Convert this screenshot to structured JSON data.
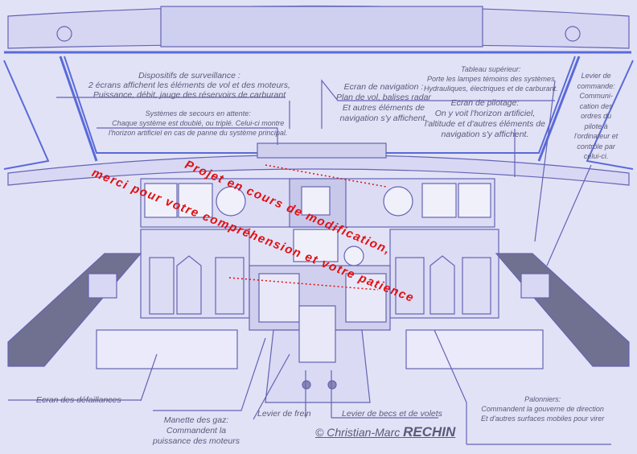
{
  "labels": {
    "surveillance": {
      "title": "Dispositifs de surveillance :",
      "lines": [
        "2 écrans affichent les éléments de vol et des moteurs,",
        "Puissance, débit, jauge des réservoirs de carburant"
      ]
    },
    "secours": {
      "title": "Systèmes de secours en attente:",
      "lines": [
        "Chaque système est doublé, ou triplé. Celui-ci montre",
        "l'horizon artificiel en cas de panne du système principal."
      ]
    },
    "tableau": {
      "title": "Tableau supérieur:",
      "lines": [
        "Porte les lampes témoins des systèmes",
        "Hydrauliques, électriques et de carburant."
      ]
    },
    "navigation": {
      "title": "Ecran de navigation :",
      "lines": [
        "Plan de vol, balises radar",
        "Et autres éléments de",
        "navigation s'y affichent."
      ]
    },
    "pilotage": {
      "title": "Ecran de pilotage:",
      "lines": [
        "On y voit l'horizon artificiel,",
        "l'altitude et d'autres éléments de",
        "navigation s'y affichent."
      ]
    },
    "levier_commande": {
      "lines": [
        "Levier de",
        "commande:",
        "Communi-",
        "cation des",
        "ordres du",
        "pilote à",
        "l'ordinateur et",
        "contrôle par",
        "celui-ci."
      ]
    },
    "defaillances": "Ecran des défaillances",
    "gaz": {
      "lines": [
        "Manette des gaz:",
        "Commandent la",
        "puissance des moteurs"
      ]
    },
    "frein": "Levier de frein",
    "becs": "Levier de becs et de volets",
    "palonniers": {
      "title": "Palonniers:",
      "lines": [
        "Commandent la gouverne de direction",
        "Et d'autres surfaces mobiles pour virer"
      ]
    }
  },
  "notice": {
    "line1": "Projet en cours de modification,",
    "line2": "merci pour votre compréhension et votre patience"
  },
  "copyright": {
    "symbol": "©",
    "first": "Christian-Marc",
    "last": "RECHIN"
  },
  "colors": {
    "background": "#e2e2f7",
    "line": "#6464b4",
    "notice": "#e01010"
  }
}
